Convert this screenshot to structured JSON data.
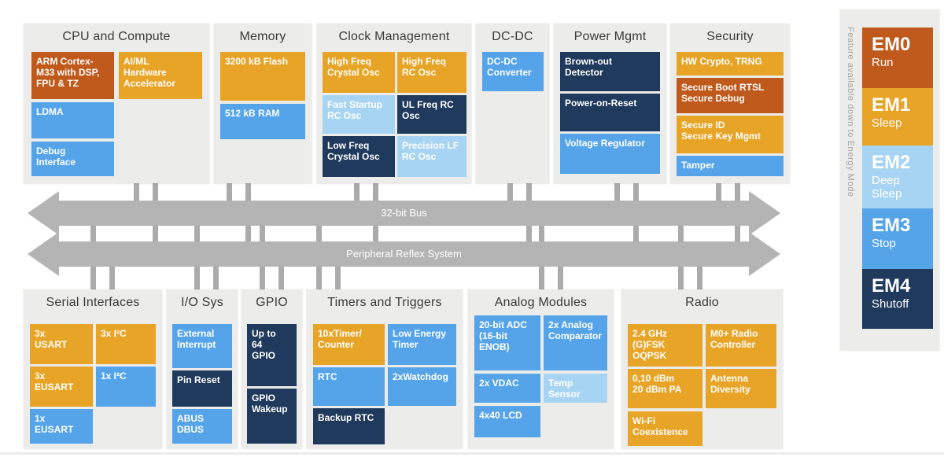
{
  "colors": {
    "burnt": "#C05A1C",
    "gold": "#E7A426",
    "blue": "#55A4E9",
    "lightblue": "#A8D4F3",
    "navy": "#1F3A5C",
    "bus_gray": "#B4B4B4"
  },
  "buses": [
    {
      "label": "32-bit Bus"
    },
    {
      "label": "Peripheral Reflex System"
    }
  ],
  "groups": {
    "cpu-and-compute": {
      "title": "CPU and Compute",
      "tiles": [
        {
          "label": "ARM Cortex-\nM33 with DSP,\nFPU & TZ",
          "color": "burnt"
        },
        {
          "label": "AI/ML\nHardware\nAccelerator",
          "color": "gold"
        },
        {
          "label": "LDMA",
          "color": "blue"
        },
        {
          "label": "Debug\nInterface",
          "color": "blue"
        }
      ]
    },
    "memory": {
      "title": "Memory",
      "tiles": [
        {
          "label": "3200 kB Flash",
          "color": "gold"
        },
        {
          "label": "512 kB RAM",
          "color": "blue"
        }
      ]
    },
    "clock-management": {
      "title": "Clock Management",
      "tiles": [
        {
          "label": "High Freq\nCrystal Osc",
          "color": "gold"
        },
        {
          "label": "High Freq\nRC Osc",
          "color": "gold"
        },
        {
          "label": "Fast Startup\nRC Osc",
          "color": "lightblue"
        },
        {
          "label": "UL Freq RC\nOsc",
          "color": "navy"
        },
        {
          "label": "Low Freq\nCrystal Osc",
          "color": "navy"
        },
        {
          "label": "Precision LF\nRC Osc",
          "color": "lightblue"
        }
      ]
    },
    "dc-dc": {
      "title": "DC-DC",
      "tiles": [
        {
          "label": "DC-DC\nConverter",
          "color": "blue"
        }
      ]
    },
    "power-mgmt": {
      "title": "Power Mgmt",
      "tiles": [
        {
          "label": "Brown-out\nDetector",
          "color": "navy"
        },
        {
          "label": "Power-on-Reset",
          "color": "navy"
        },
        {
          "label": "Voltage Regulator",
          "color": "blue"
        }
      ]
    },
    "security": {
      "title": "Security",
      "tiles": [
        {
          "label": "HW Crypto, TRNG",
          "color": "gold"
        },
        {
          "label": "Secure Boot RTSL\nSecure Debug",
          "color": "burnt"
        },
        {
          "label": "Secure ID\nSecure Key Mgmt",
          "color": "gold"
        },
        {
          "label": "Tamper",
          "color": "blue"
        }
      ]
    },
    "serial-interfaces": {
      "title": "Serial Interfaces",
      "tiles": [
        {
          "label": "3x\nUSART",
          "color": "gold"
        },
        {
          "label": "3x I²C",
          "color": "gold"
        },
        {
          "label": "3x\nEUSART",
          "color": "gold"
        },
        {
          "label": "1x I²C",
          "color": "blue"
        },
        {
          "label": "1x\nEUSART",
          "color": "blue"
        }
      ]
    },
    "io-sys": {
      "title": "I/O Sys",
      "tiles": [
        {
          "label": "External\nInterrupt",
          "color": "blue"
        },
        {
          "label": "Pin Reset",
          "color": "navy"
        },
        {
          "label": "ABUS\nDBUS",
          "color": "blue"
        }
      ]
    },
    "gpio": {
      "title": "GPIO",
      "tiles": [
        {
          "label": "Up to\n64\nGPIO",
          "color": "navy"
        },
        {
          "label": "GPIO\nWakeup",
          "color": "navy"
        }
      ]
    },
    "timers-and-triggers": {
      "title": "Timers and Triggers",
      "tiles": [
        {
          "label": "10xTimer/\nCounter",
          "color": "gold"
        },
        {
          "label": "Low Energy\nTimer",
          "color": "blue"
        },
        {
          "label": "RTC",
          "color": "blue"
        },
        {
          "label": "2xWatchdog",
          "color": "blue"
        },
        {
          "label": "Backup RTC",
          "color": "navy"
        }
      ]
    },
    "analog-modules": {
      "title": "Analog Modules",
      "tiles": [
        {
          "label": "20-bit ADC\n(16-bit\nENOB)",
          "color": "blue"
        },
        {
          "label": "2x Analog\nComparator",
          "color": "blue"
        },
        {
          "label": "2x VDAC",
          "color": "blue"
        },
        {
          "label": "Temp\nSensor",
          "color": "lightblue"
        },
        {
          "label": "4x40 LCD",
          "color": "blue"
        }
      ]
    },
    "radio": {
      "title": "Radio",
      "tiles": [
        {
          "label": "2.4 GHz\n(G)FSK\nOQPSK",
          "color": "gold"
        },
        {
          "label": "M0+ Radio\nController",
          "color": "gold"
        },
        {
          "label": "0,10 dBm\n20 dBm PA",
          "color": "gold"
        },
        {
          "label": "Antenna\nDiversity",
          "color": "gold"
        },
        {
          "label": "Wi-Fi\nCoexistence",
          "color": "gold"
        }
      ]
    }
  },
  "energy": {
    "vertical_label": "Feature available down to Energy Mode",
    "modes": [
      {
        "code": "EM0",
        "label": "Run",
        "color": "burnt"
      },
      {
        "code": "EM1",
        "label": "Sleep",
        "color": "gold"
      },
      {
        "code": "EM2",
        "label": "Deep\nSleep",
        "color": "lightblue"
      },
      {
        "code": "EM3",
        "label": "Stop",
        "color": "blue"
      },
      {
        "code": "EM4",
        "label": "Shutoff",
        "color": "navy"
      }
    ]
  }
}
